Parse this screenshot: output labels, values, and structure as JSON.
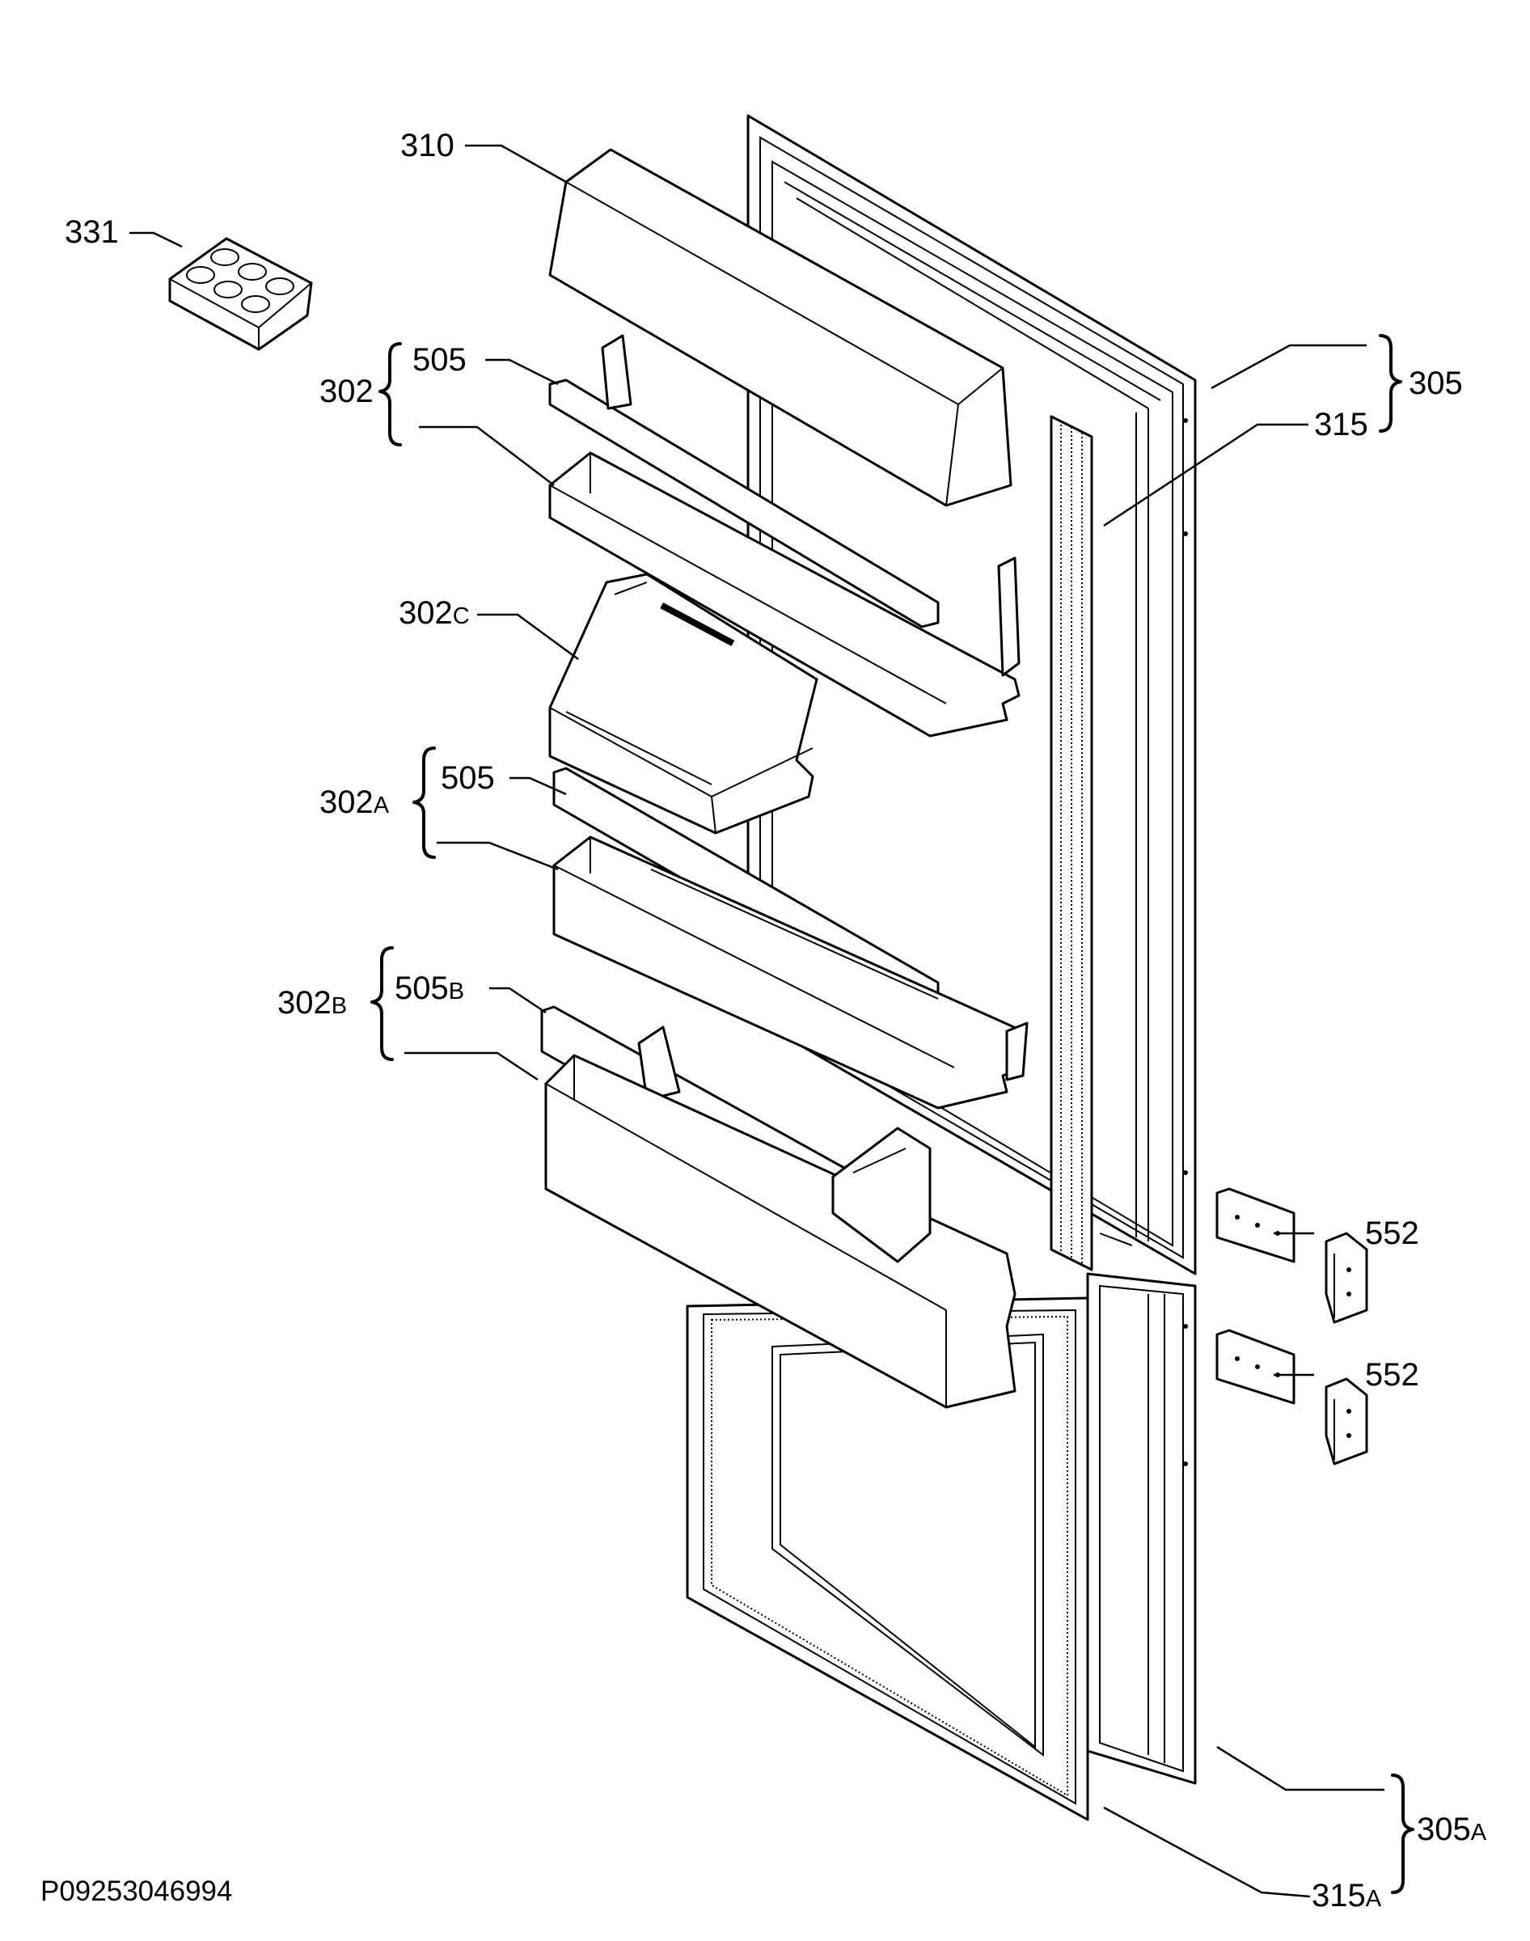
{
  "labels": {
    "l310": "310",
    "l331": "331",
    "l302": "302",
    "l505_1": "505",
    "l302c_main": "302",
    "l302c_sub": "C",
    "l302a_main": "302",
    "l302a_sub": "A",
    "l505_2": "505",
    "l302b_main": "302",
    "l302b_sub": "B",
    "l505b_main": "505",
    "l505b_sub": "B",
    "l305": "305",
    "l315": "315",
    "l552_1": "552",
    "l552_2": "552",
    "l305a_main": "305",
    "l305a_sub": "A",
    "l315a_main": "315",
    "l315a_sub": "A"
  },
  "drawing_code": "P09253046994"
}
